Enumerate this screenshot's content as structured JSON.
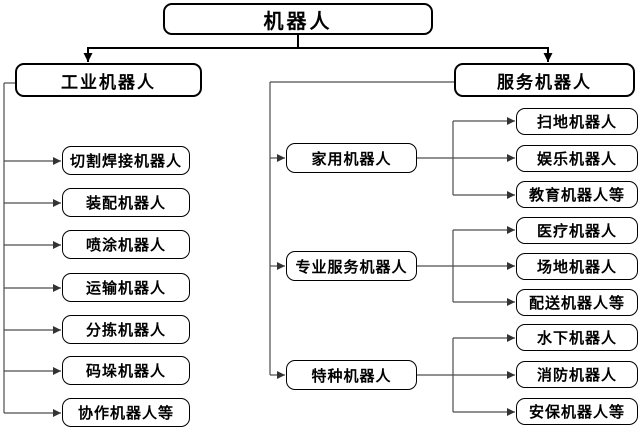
{
  "diagram": {
    "root": {
      "label": "机器人"
    },
    "industrial": {
      "label": "工业机器人",
      "children": [
        {
          "label": "切割焊接机器人"
        },
        {
          "label": "装配机器人"
        },
        {
          "label": "喷涂机器人"
        },
        {
          "label": "运输机器人"
        },
        {
          "label": "分拣机器人"
        },
        {
          "label": "码垛机器人"
        },
        {
          "label": "协作机器人等"
        }
      ]
    },
    "service": {
      "label": "服务机器人",
      "groups": [
        {
          "label": "家用机器人",
          "children": [
            {
              "label": "扫地机器人"
            },
            {
              "label": "娱乐机器人"
            },
            {
              "label": "教育机器人等"
            }
          ]
        },
        {
          "label": "专业服务机器人",
          "children": [
            {
              "label": "医疗机器人"
            },
            {
              "label": "场地机器人"
            },
            {
              "label": "配送机器人等"
            }
          ]
        },
        {
          "label": "特种机器人",
          "children": [
            {
              "label": "水下机器人"
            },
            {
              "label": "消防机器人"
            },
            {
              "label": "安保机器人等"
            }
          ]
        }
      ]
    },
    "colors": {
      "border": "#000000",
      "connector": "#4d4d4d",
      "background": "#ffffff",
      "text": "#000000"
    }
  }
}
